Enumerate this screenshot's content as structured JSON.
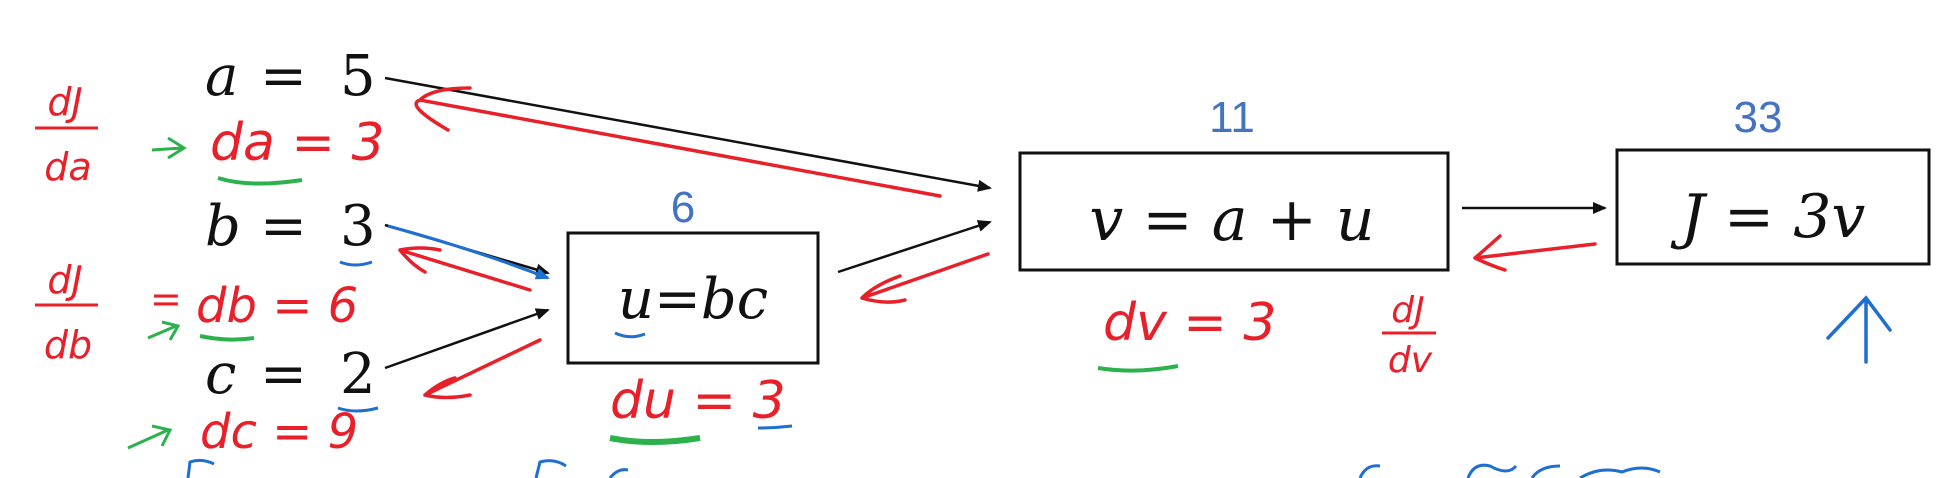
{
  "diagram": {
    "inputs": {
      "a": {
        "var": "a",
        "eq": "=",
        "value": "5"
      },
      "b": {
        "var": "b",
        "eq": "=",
        "value": "3"
      },
      "c": {
        "var": "c",
        "eq": "=",
        "value": "2"
      }
    },
    "nodes": {
      "u": {
        "expr": "u=bc",
        "value": "6"
      },
      "v": {
        "expr": "v = a + u",
        "value": "11"
      },
      "J": {
        "expr": "J = 3v",
        "value": "33"
      }
    },
    "annotations": {
      "dJ_da_num": "dJ",
      "dJ_da_den": "da",
      "da": "da = 3",
      "dJ_db_num": "dJ",
      "dJ_db_den": "db",
      "db_eq": "=",
      "db": "db = 6",
      "dc": "dc = 9",
      "dv": "dv = 3",
      "dJ_dv_num": "dJ",
      "dJ_dv_den": "dv",
      "du": "du = 3"
    }
  }
}
